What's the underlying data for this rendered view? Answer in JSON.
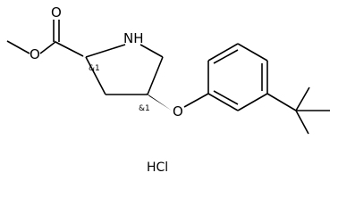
{
  "diagram": {
    "atoms": {
      "o_carbonyl": "O",
      "o_ester": "O",
      "nh": "NH",
      "o_ether": "O"
    },
    "stereo_labels": {
      "c2": "&1",
      "c4": "&1"
    },
    "salt": "HCl"
  }
}
